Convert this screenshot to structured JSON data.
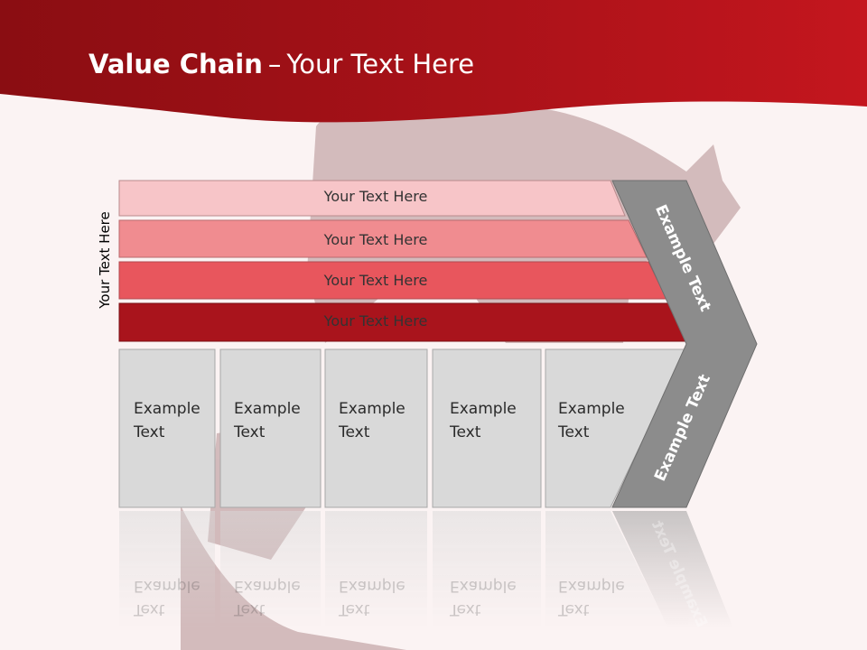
{
  "title": {
    "bold": "Value Chain",
    "separator": "–",
    "rest": "Your Text Here"
  },
  "vertical_label": "Your Text Here",
  "rows": [
    {
      "label": "Your Text Here",
      "color": "#f7c5c8"
    },
    {
      "label": "Your Text Here",
      "color": "#f08c90"
    },
    {
      "label": "Your Text Here",
      "color": "#e8565d"
    },
    {
      "label": "Your Text Here",
      "color": "#a9141c"
    }
  ],
  "cells": [
    {
      "line1": "Example",
      "line2": "Text"
    },
    {
      "line1": "Example",
      "line2": "Text"
    },
    {
      "line1": "Example",
      "line2": "Text"
    },
    {
      "line1": "Example",
      "line2": "Text"
    },
    {
      "line1": "Example",
      "line2": "Text"
    }
  ],
  "arrow": {
    "upper": "Example Text",
    "lower": "Example Text",
    "color": "#8c8c8c"
  },
  "colors": {
    "header": "#a8141b",
    "cell": "#d9d9d9",
    "background": "#fbf3f3"
  }
}
